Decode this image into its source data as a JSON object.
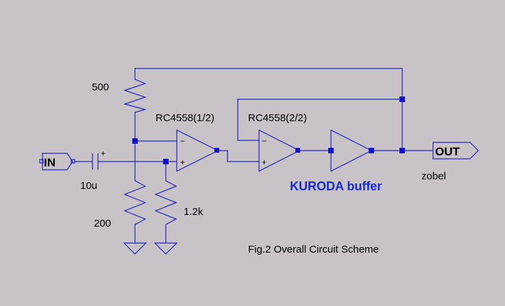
{
  "colors": {
    "background": "#c7c3c7",
    "wire": "#2020c0",
    "note": "#1a2bd6"
  },
  "ports": {
    "input": "IN",
    "output": "OUT"
  },
  "components": {
    "r_feedback": "500",
    "r_ground": "200",
    "r_bias": "1.2k",
    "c_input": "10u",
    "c_input_polarity": "+",
    "opamp1": "RC4558(1/2)",
    "opamp2": "RC4558(2/2)",
    "zobel": "zobel"
  },
  "pins": {
    "inv": "−",
    "noninv": "+"
  },
  "annotation": "KURODA buffer",
  "caption": "Fig.2 Overall Circuit Scheme"
}
